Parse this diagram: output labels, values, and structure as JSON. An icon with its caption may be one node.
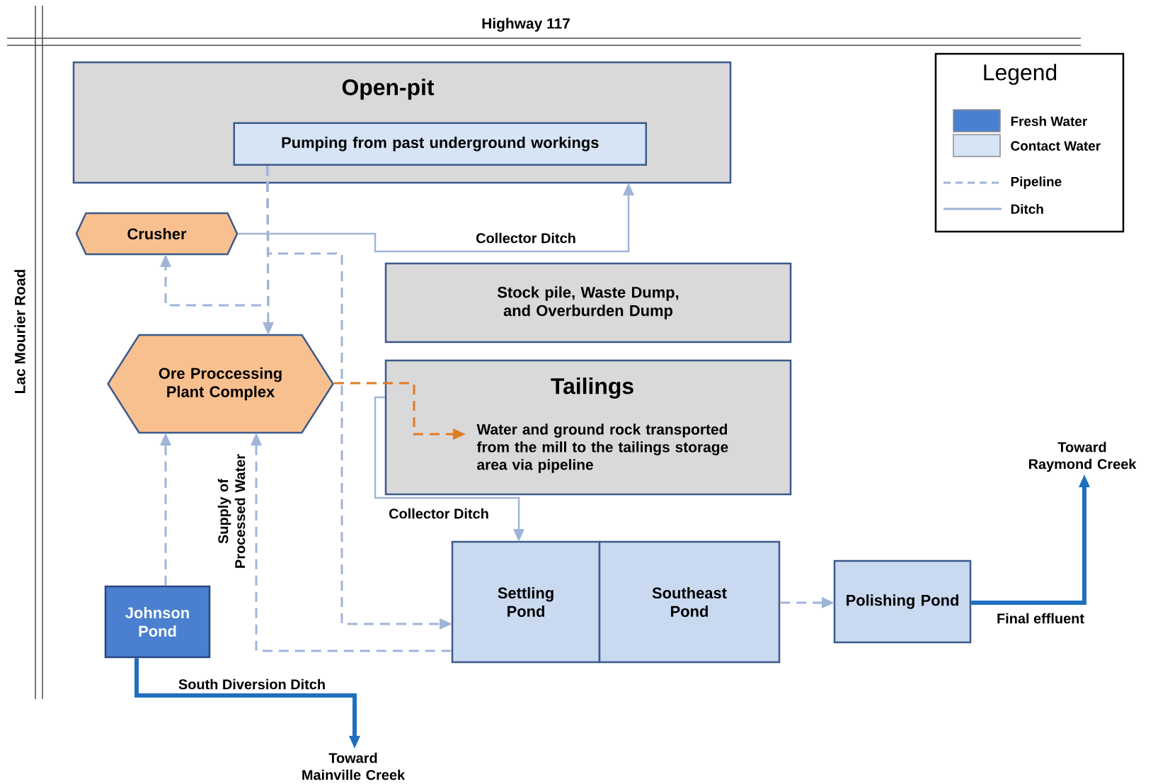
{
  "diagram": {
    "nodes": [
      {
        "text": [
          "Open-pit"
        ]
      },
      {
        "text": [
          "Pumping from past underground workings"
        ],
        "in": 0
      },
      {
        "text": [
          "Crusher"
        ]
      },
      {
        "text": [
          "Ore Proccessing Plant Complex"
        ]
      },
      {
        "text": [
          "Stock pile, Waste Dump, and Overburden Dump"
        ]
      },
      {
        "text": [
          "Tailings",
          "Water and ground rock transported from the mill to the tailings storage area via pipeline"
        ]
      },
      {
        "text": [
          "Johnson Pond"
        ]
      },
      {
        "text": [
          "Settling Pond"
        ]
      },
      {
        "text": [
          "Southeast Pond"
        ]
      },
      {
        "text": [
          "Polishing Pond"
        ]
      },
      {
        "text": [
          "Toward Raymond Creek"
        ]
      },
      {
        "text": [
          "Toward Mainville Creek"
        ]
      }
    ],
    "edges": [
      {
        "from": 1,
        "to": 3,
        "arrow": "to",
        "style": "dashed"
      },
      {
        "from": 1,
        "to": 2,
        "arrow": "to",
        "style": "dashed"
      },
      {
        "from": 1,
        "to": 7,
        "arrow": "to",
        "style": "dashed"
      },
      {
        "from": 7,
        "to": 3,
        "arrow": "to",
        "style": "dashed",
        "label": "Supply of Processed Water"
      },
      {
        "from": 6,
        "to": 3,
        "arrow": "to",
        "style": "dashed"
      },
      {
        "from": 2,
        "to": 0,
        "arrow": "to",
        "label": "Collector Ditch"
      },
      {
        "from": 5,
        "to": 7,
        "arrow": "to",
        "label": "Collector Ditch"
      },
      {
        "from": 3,
        "to": 5,
        "arrow": "to",
        "style": "dashed",
        "color": "#e07b24"
      },
      {
        "from": 8,
        "to": 9,
        "arrow": "to",
        "style": "dashed"
      },
      {
        "from": 9,
        "to": 10,
        "arrow": "to",
        "style": "thick",
        "color": "#1f6fc0",
        "label": "Final effluent"
      },
      {
        "from": 6,
        "to": 11,
        "arrow": "to",
        "style": "thick",
        "color": "#1f6fc0",
        "label": "South Diversion Ditch"
      }
    ],
    "labels": [
      "Highway 117",
      "Lac Mourier Road",
      "Legend"
    ],
    "legend": [
      {
        "text": "Fresh Water",
        "color": "#4a80cf"
      },
      {
        "text": "Contact Water",
        "color": "#d6e4f5"
      },
      {
        "text": "Pipeline"
      },
      {
        "text": "Ditch"
      }
    ]
  }
}
